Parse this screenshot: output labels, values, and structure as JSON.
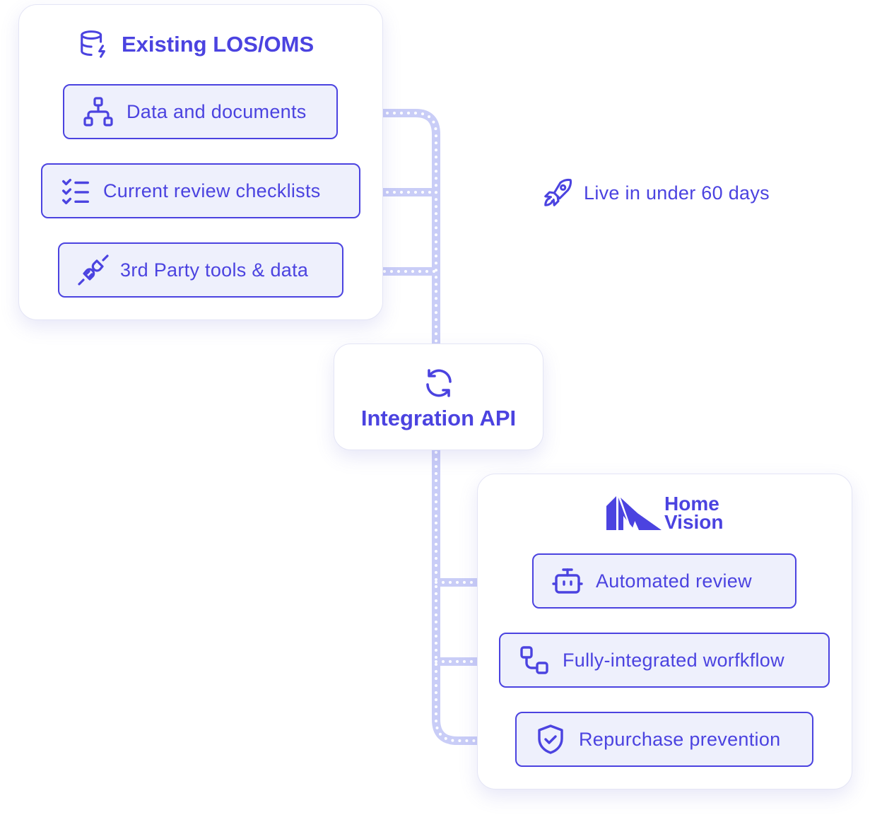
{
  "colors": {
    "accent": "#4b43e0",
    "pill_bg": "#eef0fc",
    "connector": "#c9cdf7",
    "card_border": "#e4e5f5"
  },
  "source": {
    "title": "Existing LOS/OMS",
    "title_icon": "database-bolt-icon",
    "items": [
      {
        "label": "Data and documents",
        "icon": "sitemap-icon"
      },
      {
        "label": "Current review checklists",
        "icon": "checklist-icon"
      },
      {
        "label": "3rd Party tools & data",
        "icon": "plug-icon"
      }
    ]
  },
  "tagline": {
    "text": "Live in under 60 days",
    "icon": "rocket-icon"
  },
  "integration": {
    "title": "Integration API",
    "icon": "refresh-icon"
  },
  "homevision": {
    "logo_line1": "Home",
    "logo_line2": "Vision",
    "items": [
      {
        "label": "Automated review",
        "icon": "robot-icon"
      },
      {
        "label": "Fully-integrated worfkflow",
        "icon": "workflow-icon"
      },
      {
        "label": "Repurchase prevention",
        "icon": "shield-check-icon"
      }
    ]
  }
}
